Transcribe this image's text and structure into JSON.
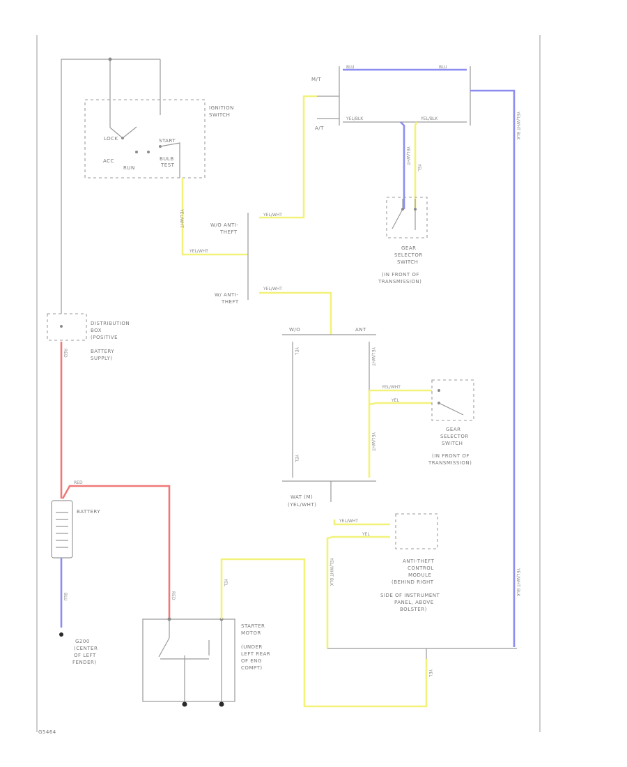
{
  "components": {
    "ignition_switch": {
      "label": [
        "IGNITION",
        "SWITCH"
      ],
      "positions": [
        "LOCK",
        "ACC",
        "RUN",
        "START",
        "BULB",
        "TEST"
      ]
    },
    "distribution_box": {
      "label": [
        "DISTRIBUTION",
        "BOX",
        "(POSITIVE",
        "BATTERY",
        "SUPPLY)"
      ]
    },
    "battery": {
      "label": "BATTERY"
    },
    "ground": {
      "label": [
        "G200",
        "(CENTER",
        "OF LEFT",
        "FENDER)"
      ]
    },
    "starter_motor": {
      "label": [
        "STARTER",
        "MOTOR",
        "(UNDER",
        "LEFT REAR",
        "OF ENG",
        "COMPT)"
      ]
    },
    "gear_selector_switch_top": {
      "label": [
        "GEAR",
        "SELECTOR",
        "SWITCH",
        "(IN FRONT OF",
        "TRANSMISSION)"
      ]
    },
    "gear_selector_switch_mid": {
      "label": [
        "GEAR",
        "SELECTOR",
        "SWITCH",
        "(IN FRONT OF",
        "TRANSMISSION)"
      ]
    },
    "anti_theft_module": {
      "label": [
        "ANTI-THEFT",
        "CONTROL",
        "MODULE",
        "(BEHIND RIGHT",
        "SIDE OF INSTRUMENT",
        "PANEL, ABOVE",
        "BOLSTER)"
      ]
    },
    "branch_wo_anti_theft": {
      "label": [
        "W/O ANTI-",
        "THEFT"
      ]
    },
    "branch_w_anti_theft": {
      "label": [
        "W/ ANTI-",
        "THEFT"
      ]
    },
    "wat_lbl": {
      "label": [
        "WAT (M)",
        "(YEL/WHT)"
      ]
    },
    "mt_lbl": "M/T",
    "at_lbl": "A/T",
    "wo_lbl": "W/O",
    "ant_lbl": "ANT",
    "figure_id": "G5464"
  },
  "wires": {
    "yel_wht": "YEL/WHT",
    "yel": "YEL",
    "red": "RED",
    "blu": "BLU",
    "yel_wht_lbl": "YEL/WHT",
    "yel_blk": "YEL/BLK",
    "yel_wht_blk": "YEL/WHT BLK",
    "blu_lbl": "BLU"
  },
  "colors": {
    "yellow": "#f2f27a",
    "blue": "#8c8cf2",
    "red": "#f07878",
    "gray": "#9a9a9a"
  }
}
